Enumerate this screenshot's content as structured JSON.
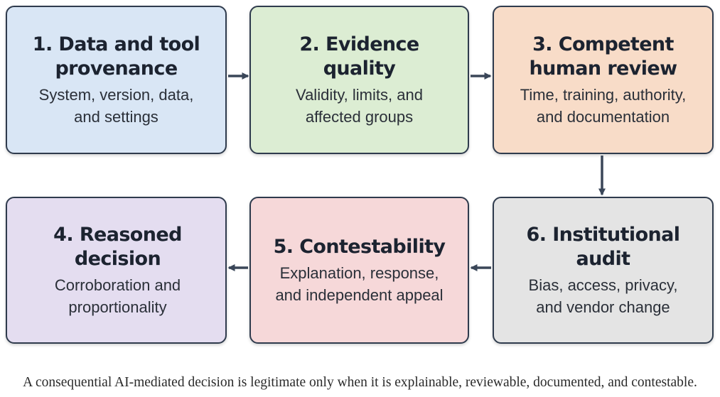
{
  "steps": [
    {
      "title": "1. Data and tool\nprovenance",
      "description": "System, version, data,\nand settings",
      "fill": "#d9e6f5"
    },
    {
      "title": "2. Evidence quality",
      "description": "Validity, limits, and\naffected groups",
      "fill": "#dcedd3"
    },
    {
      "title": "3. Competent\nhuman review",
      "description": "Time, training, authority,\nand documentation",
      "fill": "#f8dcc8"
    },
    {
      "title": "4. Reasoned\ndecision",
      "description": "Corroboration and\nproportionality",
      "fill": "#e4ddf0"
    },
    {
      "title": "5. Contestability",
      "description": "Explanation, response,\nand independent appeal",
      "fill": "#f6d8d9"
    },
    {
      "title": "6. Institutional audit",
      "description": "Bias, access, privacy,\nand vendor change",
      "fill": "#e4e4e4"
    }
  ],
  "caption": "A consequential AI-mediated decision is legitimate only when it is explainable, reviewable, documented, and contestable.",
  "colors": {
    "border": "#2f3b4d",
    "arrow": "#3a4658"
  }
}
